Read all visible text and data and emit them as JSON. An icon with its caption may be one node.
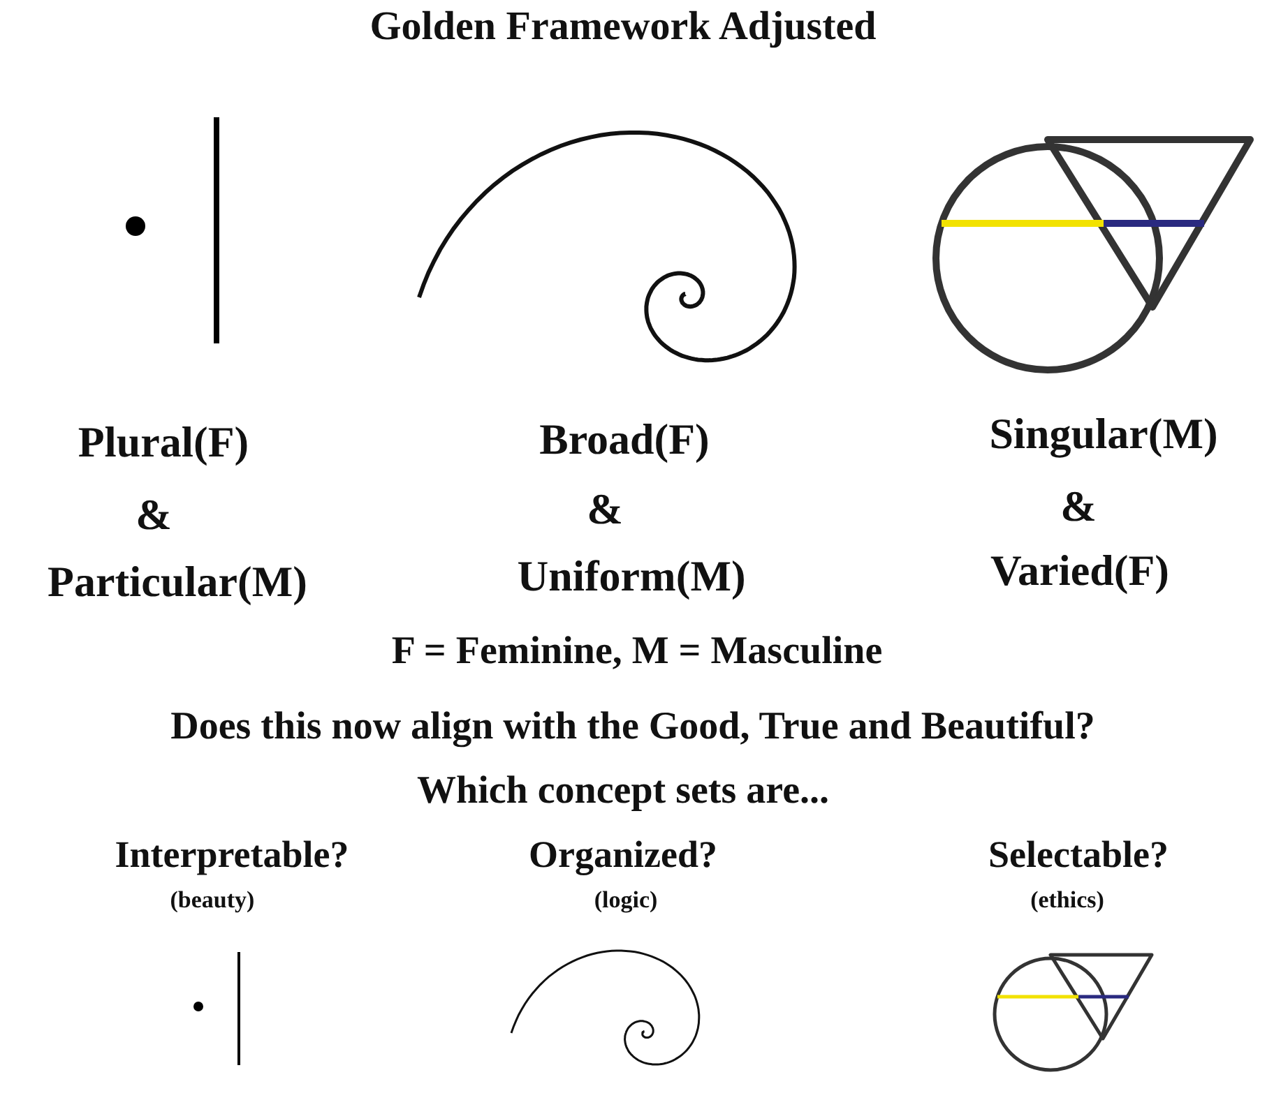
{
  "diagram": {
    "title": "Golden Framework Adjusted",
    "labels": [
      "Plural(F)",
      "&",
      "Particular(M)",
      "Broad(F)",
      "&",
      "Uniform(M)",
      "Singular(M)",
      "&",
      "Varied(F)",
      "F = Feminine, M = Masculine",
      "Does this now align with the Good, True and Beautiful?",
      "Which concept sets are...",
      "Interpretable?",
      "(beauty)",
      "Organized?",
      "(logic)",
      "Selectable?",
      "(ethics)"
    ]
  }
}
